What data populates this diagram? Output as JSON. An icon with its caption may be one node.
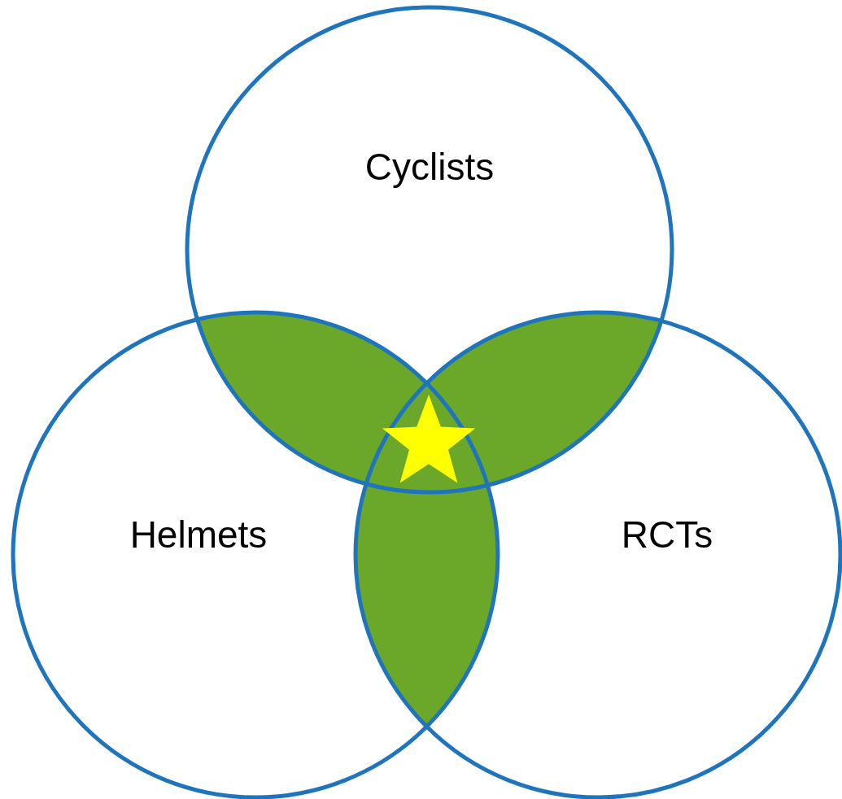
{
  "diagram": {
    "nodes": [
      {
        "text": [
          "Cyclists"
        ]
      },
      {
        "text": [
          "Helmets"
        ]
      },
      {
        "text": [
          "RCTs"
        ]
      },
      {
        "text": [],
        "shape": "star"
      }
    ],
    "edges": []
  }
}
